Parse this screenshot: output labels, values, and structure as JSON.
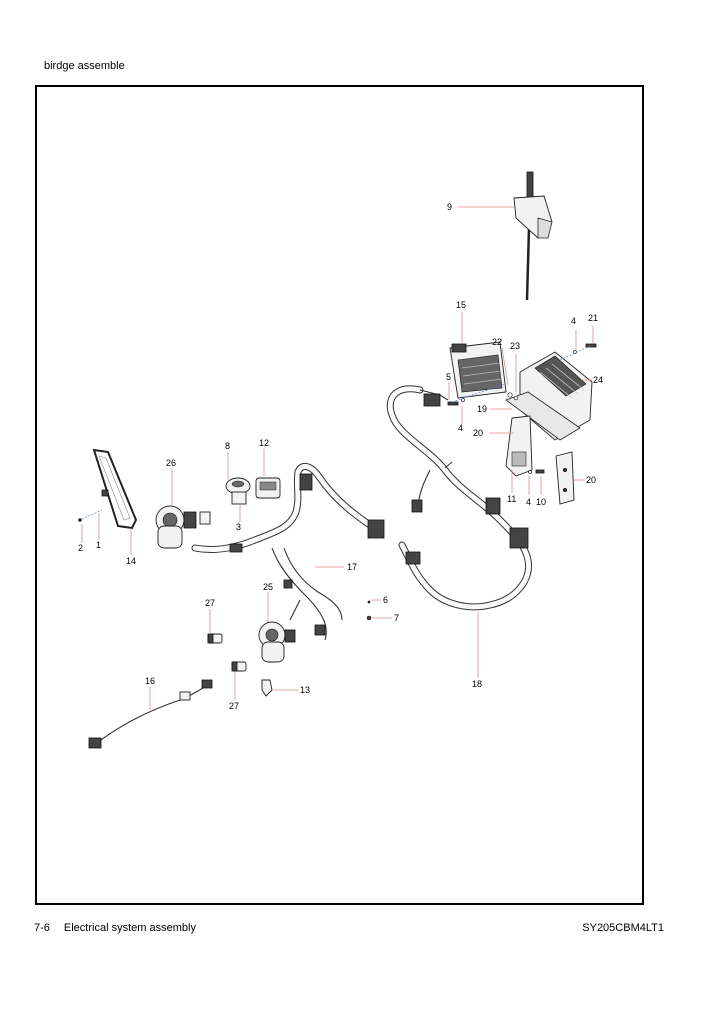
{
  "header": {
    "title": "birdge assemble"
  },
  "footer": {
    "page_number": "7-6",
    "section": "Electrical system assembly",
    "model": "SY205CBM4LT1"
  },
  "callouts": [
    "1",
    "2",
    "3",
    "4",
    "4",
    "4",
    "5",
    "6",
    "7",
    "8",
    "9",
    "10",
    "11",
    "12",
    "13",
    "14",
    "15",
    "16",
    "17",
    "18",
    "19",
    "20",
    "20",
    "21",
    "22",
    "23",
    "24",
    "25",
    "26",
    "27",
    "27"
  ]
}
